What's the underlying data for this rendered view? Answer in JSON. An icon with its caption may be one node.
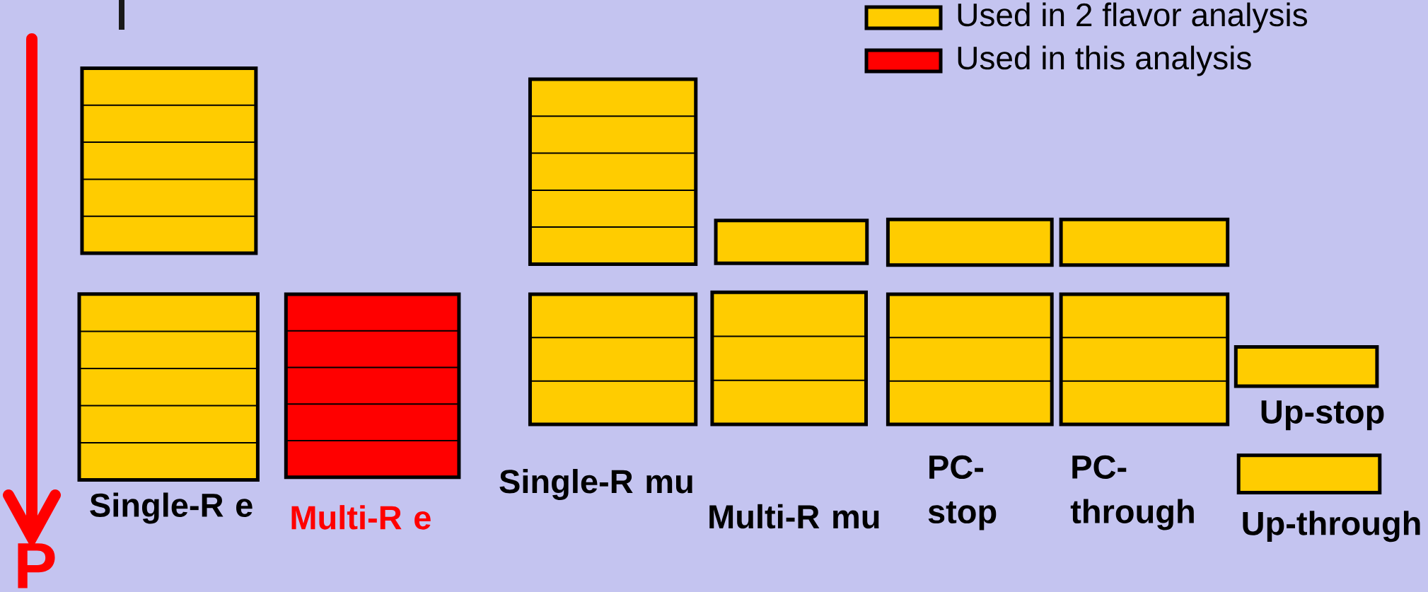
{
  "diagram": {
    "nodes": [
      {
        "text": [],
        "shape": "box"
      },
      {
        "text": [],
        "shape": "box",
        "beside": [
          "Single-R e"
        ]
      },
      {
        "text": [],
        "shape": "box",
        "beside": [
          "Multi-R e"
        ]
      },
      {
        "text": [],
        "shape": "box"
      },
      {
        "text": [],
        "shape": "box",
        "beside": [
          "Single-R mu"
        ]
      },
      {
        "text": [],
        "shape": "box"
      },
      {
        "text": [],
        "shape": "box",
        "beside": [
          "Multi-R mu"
        ]
      },
      {
        "text": [],
        "shape": "box"
      },
      {
        "text": [],
        "shape": "box",
        "beside": [
          "PC- stop"
        ]
      },
      {
        "text": [],
        "shape": "box"
      },
      {
        "text": [],
        "shape": "box",
        "beside": [
          "PC- through"
        ]
      },
      {
        "text": [],
        "shape": "box",
        "beside": [
          "Up-stop"
        ]
      },
      {
        "text": [],
        "shape": "box",
        "beside": [
          "Up-through"
        ]
      }
    ],
    "labels": [
      "P"
    ],
    "legend": [
      {
        "text": "Used in 2 flavor analysis",
        "color": "#ffcc00"
      },
      {
        "text": "Used in this analysis",
        "color": "#ff0000"
      }
    ]
  }
}
